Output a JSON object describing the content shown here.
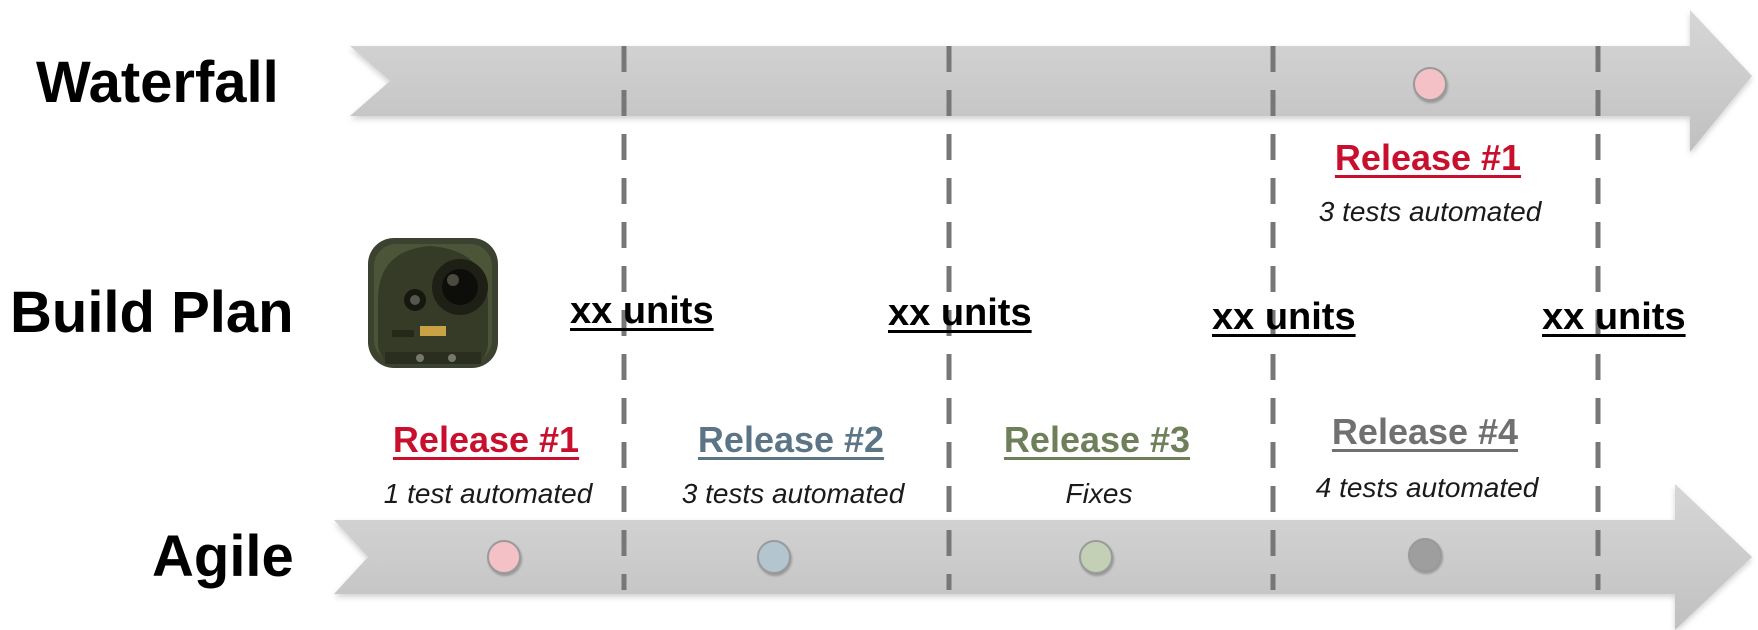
{
  "rows": {
    "waterfall": "Waterfall",
    "build_plan": "Build Plan",
    "agile": "Agile"
  },
  "units_label": "xx units",
  "units": [
    "xx units",
    "xx units",
    "xx units",
    "xx units"
  ],
  "waterfall_release": {
    "title": "Release #1",
    "note": "3 tests automated",
    "color": "#c8102e",
    "dot_color": "#f4c2c6"
  },
  "agile_releases": [
    {
      "title": "Release #1",
      "note": "1 test automated",
      "color": "#c8102e",
      "dot_color": "#f4c2c6"
    },
    {
      "title": "Release #2",
      "note": "3 tests automated",
      "color": "#5b7486",
      "dot_color": "#b3c6cf"
    },
    {
      "title": "Release #3",
      "note": "Fixes",
      "color": "#6e7f5a",
      "dot_color": "#c3d0b6"
    },
    {
      "title": "Release #4",
      "note": "4 tests automated",
      "color": "#707070",
      "dot_color": "#9e9e9e"
    }
  ],
  "colors": {
    "arrow_fill": "#cbcbcb",
    "divider": "#777777"
  },
  "image": {
    "icon": "camera-turret-icon"
  }
}
